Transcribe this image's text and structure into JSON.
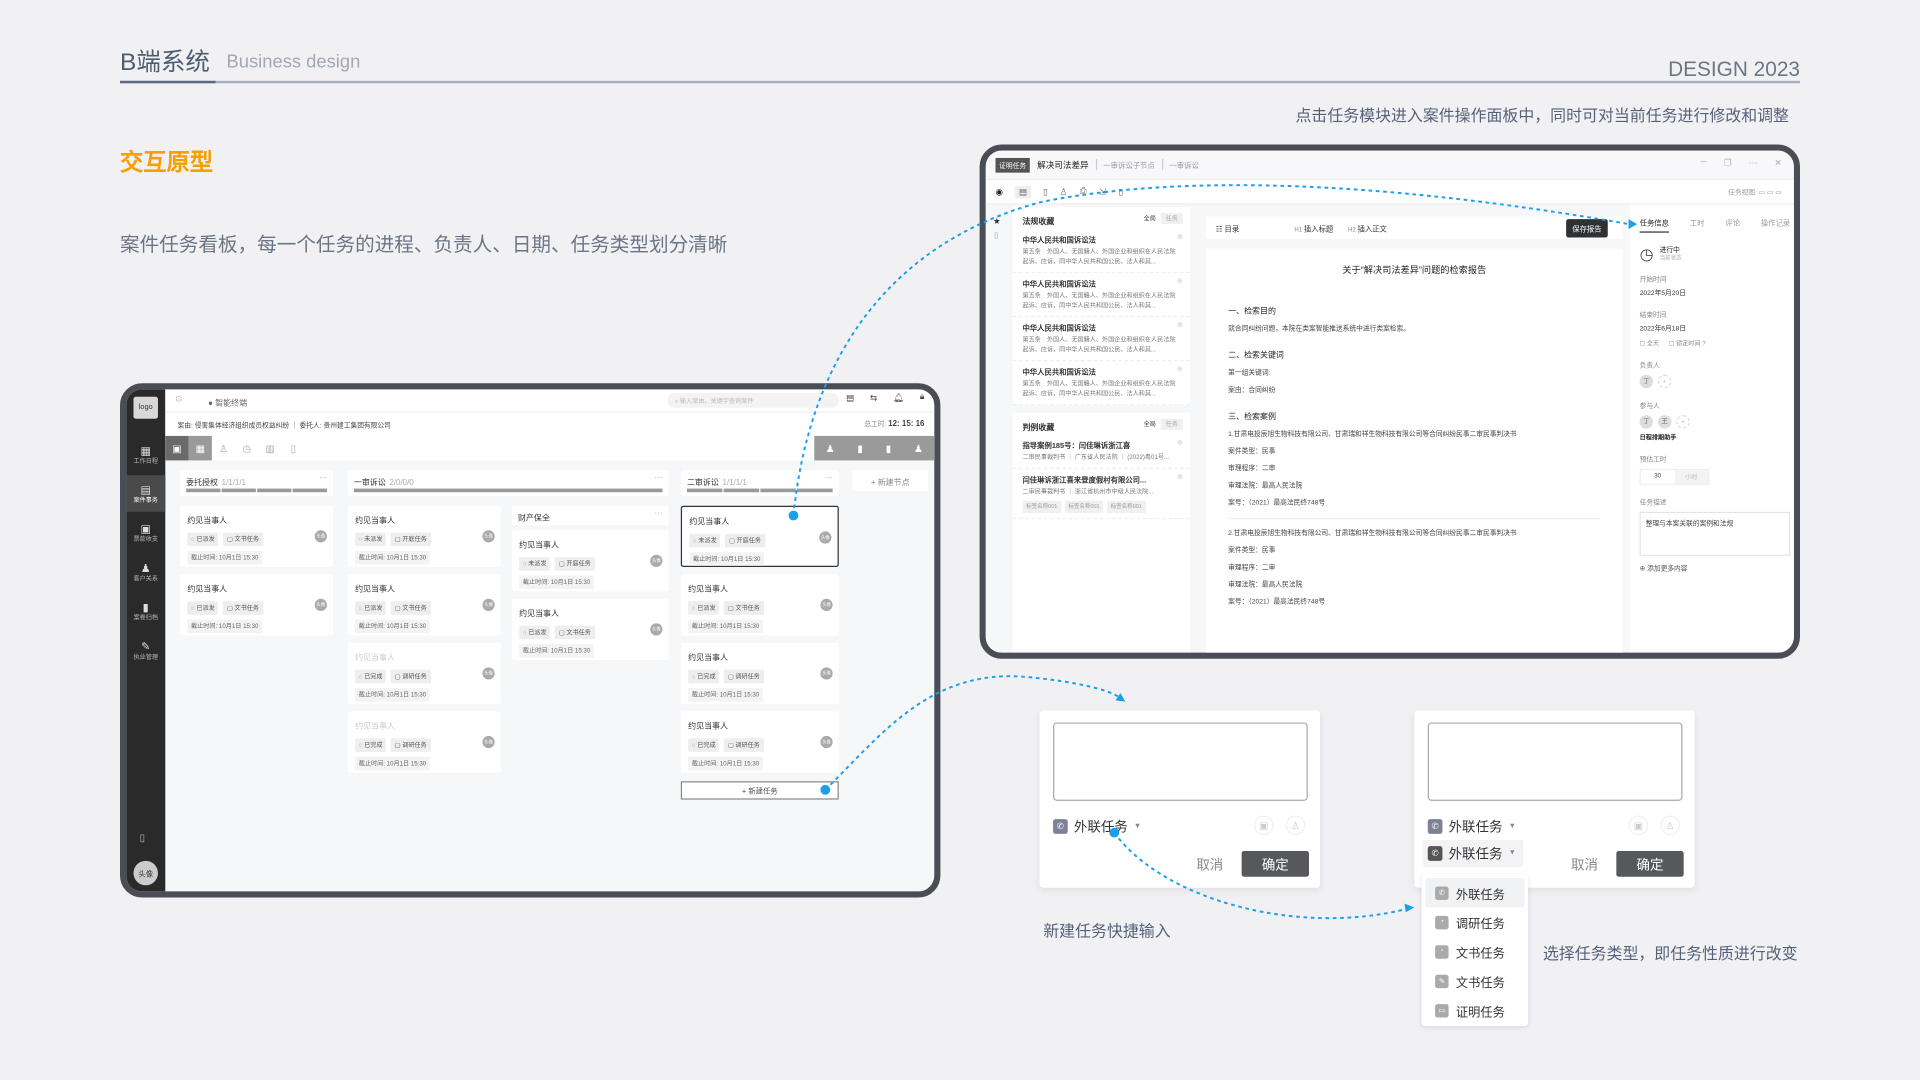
{
  "header": {
    "brand": "B端系统",
    "brand_en": "Business design",
    "year_label": "DESIGN 2023"
  },
  "section": {
    "title": "交互原型",
    "description": "案件任务看板，每一个任务的进程、负责人、日期、任务类型划分清晰",
    "right_caption": "点击任务模块进入案件操作面板中，同时可对当前任务进行修改和调整"
  },
  "colors": {
    "accent": "#f5a000",
    "connector": "#1aa0e8",
    "dark_button": "#57585c"
  },
  "kanban": {
    "logo": "logo",
    "sidebar": [
      {
        "label": "工作日程",
        "icon": "calendar-icon"
      },
      {
        "label": "案件事务",
        "icon": "case-file-icon",
        "active": true
      },
      {
        "label": "票款收支",
        "icon": "payment-icon"
      },
      {
        "label": "客户关系",
        "icon": "client-icon"
      },
      {
        "label": "案卷归档",
        "icon": "archive-icon"
      },
      {
        "label": "执业管理",
        "icon": "practice-icon"
      }
    ],
    "avatar": "头像",
    "app_name": "智能终端",
    "search_placeholder": "输入案由、关键字查询案件",
    "case_label": "案由:",
    "case_value": "侵害集体经济组织成员权益纠纷",
    "client_label": "委托人:",
    "client_value": "贵州建工集团有限公司",
    "hours_label": "总工时:",
    "hours_value": "12: 15: 16",
    "new_node": "+ 新建节点",
    "new_task": "+ 新建任务",
    "columns": [
      {
        "title": "委托授权",
        "count": "1/1/1/1",
        "cards": [
          {
            "title": "约见当事人",
            "status": "已派发",
            "type": "文书任务",
            "deadline": "截止时间: 10月1日 15:30"
          },
          {
            "title": "约见当事人",
            "status": "已派发",
            "type": "文书任务",
            "deadline": "截止时间: 10月1日 15:30"
          }
        ]
      },
      {
        "title": "一审诉讼",
        "count": "2/0/0/0",
        "cards": [
          {
            "title": "约见当事人",
            "status": "未派发",
            "type": "开庭任务",
            "deadline": "截止时间: 10月1日 15:30"
          },
          {
            "title": "约见当事人",
            "status": "已派发",
            "type": "文书任务",
            "deadline": "截止时间: 10月1日 15:30"
          },
          {
            "title": "约见当事人",
            "status": "已完成",
            "type": "调研任务",
            "deadline": "截止时间: 10月1日 15:30",
            "faded": true
          },
          {
            "title": "约见当事人",
            "status": "已完成",
            "type": "调研任务",
            "deadline": "截止时间: 10月1日 15:30",
            "faded": true
          }
        ],
        "subgroup": {
          "title": "财产保全",
          "cards": [
            {
              "title": "约见当事人",
              "status": "未派发",
              "type": "开庭任务",
              "deadline": "截止时间: 10月1日 15:30"
            },
            {
              "title": "约见当事人",
              "status": "已派发",
              "type": "文书任务",
              "deadline": "截止时间: 10月1日 15:30"
            }
          ]
        }
      },
      {
        "title": "二审诉讼",
        "count": "1/1/1/1",
        "cards": [
          {
            "title": "约见当事人",
            "status": "未派发",
            "type": "开庭任务",
            "deadline": "截止时间: 10月1日 15:30",
            "selected": true
          },
          {
            "title": "约见当事人",
            "status": "已派发",
            "type": "文书任务",
            "deadline": "截止时间: 10月1日 15:30"
          },
          {
            "title": "约见当事人",
            "status": "已完成",
            "type": "调研任务",
            "deadline": "截止时间: 10月1日 15:30"
          },
          {
            "title": "约见当事人",
            "status": "已完成",
            "type": "调研任务",
            "deadline": "截止时间: 10月1日 15:30"
          }
        ]
      }
    ]
  },
  "panel": {
    "task_tag": "证明任务",
    "title": "解决司法差异",
    "crumb1": "一审诉讼子节点",
    "crumb2": "一审诉讼",
    "view_label": "任务视图:",
    "law_header": "法规收藏",
    "scope_all": "全局",
    "scope_task": "任务",
    "laws": [
      {
        "title": "中华人民共和国诉讼法",
        "text": "第五条　外国人、无国籍人、外国企业和组织在人民法院起诉、应诉，同中华人民共和国公民、法人和其..."
      },
      {
        "title": "中华人民共和国诉讼法",
        "text": "第五条　外国人、无国籍人、外国企业和组织在人民法院起诉、应诉，同中华人民共和国公民、法人和其..."
      },
      {
        "title": "中华人民共和国诉讼法",
        "text": "第五条　外国人、无国籍人、外国企业和组织在人民法院起诉、应诉，同中华人民共和国公民、法人和其..."
      },
      {
        "title": "中华人民共和国诉讼法",
        "text": "第五条　外国人、无国籍人、外国企业和组织在人民法院起诉、应诉，同中华人民共和国公民、法人和其..."
      }
    ],
    "case_header": "判例收藏",
    "cases": [
      {
        "title": "指导案例185号：闫佳琳诉浙江喜",
        "text": "二审民事裁判书 ｜ 广东省人民法院 ｜ (2022)粤01号..."
      },
      {
        "title": "闫佳琳诉浙江喜来登度假村有限公司...",
        "text": "二审民事裁判书 ｜ 浙江省杭州市中级人民法院...",
        "tags": [
          "标签名称001",
          "标签名称001",
          "标签名称001"
        ]
      }
    ],
    "toc": "目录",
    "insert_h1": "插入标题",
    "insert_h2": "插入正文",
    "save_report": "保存报告",
    "doc": {
      "title": "关于“解决司法差异”问题的检索报告",
      "blocks": [
        {
          "h": "一、检索目的",
          "lines": [
            "就合同纠纷问题，本院在类案智能推送系统中进行类案检索。"
          ]
        },
        {
          "h": "二、检索关键词",
          "lines": [
            "第一组关键词:",
            "案由：合同纠纷"
          ]
        },
        {
          "h": "三、检索案例",
          "lines": [
            "1.甘肃电投辰旭生物科技有限公司、甘肃瑞和祥生物科技有限公司等合同纠纷民事二审民事判决书",
            "案件类型：民事",
            "审理程序：二审",
            "审理法院：最高人民法院",
            "案号：（2021）最高法民终748号"
          ]
        },
        {
          "h": "",
          "lines": [
            "2.甘肃电投辰旭生物科技有限公司、甘肃瑞和祥生物科技有限公司等合同纠纷民事二审民事判决书",
            "案件类型：民事",
            "审理程序：二审",
            "审理法院：最高人民法院",
            "案号：（2021）最高法民终748号"
          ]
        }
      ]
    },
    "tabs": [
      "任务信息",
      "工时",
      "评论",
      "操作记录"
    ],
    "status": "进行中",
    "status_sub": "当前状态",
    "start_label": "开始时间",
    "start_value": "2022年5月20日",
    "end_label": "结束时间",
    "end_value": "2022年6月18日",
    "allday": "全天",
    "lock_time": "锁定时间",
    "owner_label": "负责人",
    "owner": "丁",
    "members_label": "参与人",
    "members": [
      "丁",
      "王"
    ],
    "scheduler": "日程排期助手",
    "est_label": "预估工时",
    "est_value": "30",
    "est_unit": "小时",
    "desc_label": "任务描述",
    "desc_value": "整理与本案关联的案例和法规",
    "add_more": "添加更多内容"
  },
  "quick_input": {
    "type": "外联任务",
    "cancel": "取消",
    "ok": "确定",
    "caption": "新建任务快捷输入"
  },
  "type_select": {
    "type": "外联任务",
    "cancel": "取消",
    "ok": "确定",
    "caption": "选择任务类型，即任务性质进行改变",
    "options": [
      {
        "label": "外联任务",
        "icon": "phone-icon"
      },
      {
        "label": "调研任务",
        "icon": "pie-icon"
      },
      {
        "label": "文书任务",
        "icon": "document-icon"
      },
      {
        "label": "文书任务",
        "icon": "stamp-icon"
      },
      {
        "label": "证明任务",
        "icon": "folder-icon"
      }
    ]
  }
}
